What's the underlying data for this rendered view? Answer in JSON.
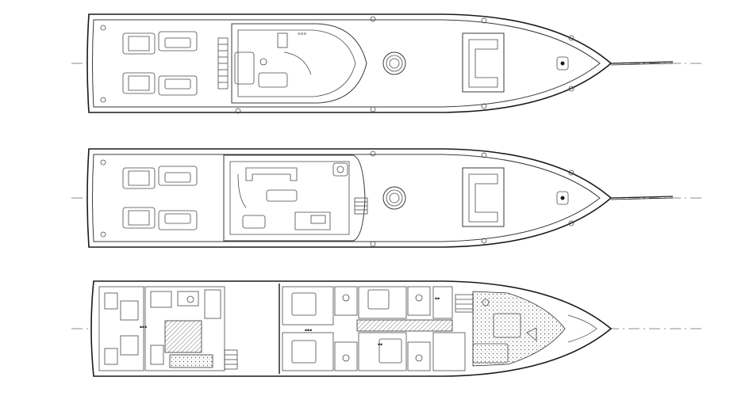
{
  "drawing": {
    "colors": {
      "line": "#1a1a1a",
      "background": "#ffffff",
      "hatch": "#555555"
    },
    "decks": [
      {
        "id": "upper-deck"
      },
      {
        "id": "main-deck"
      },
      {
        "id": "lower-deck"
      }
    ]
  }
}
